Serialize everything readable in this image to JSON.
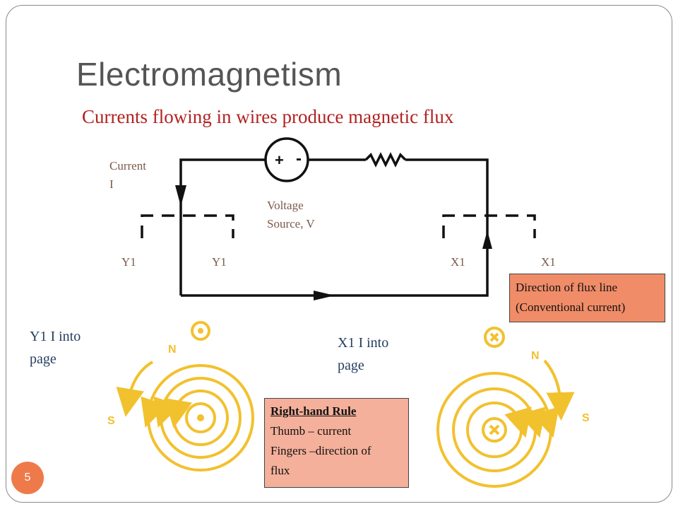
{
  "slide": {
    "title": "Electromagnetism",
    "subtitle": "Currents flowing in wires produce magnetic flux",
    "page_number": "5"
  },
  "circuit": {
    "current_label_line1": "Current",
    "current_label_line2": "I",
    "source_label_line1": "Voltage",
    "source_label_line2": "Source, V",
    "source_plus": "+",
    "source_minus": "-",
    "ports": [
      "Y1",
      "Y1",
      "X1",
      "X1"
    ]
  },
  "flux": {
    "left_caption_line1": "Y1 I into",
    "left_caption_line2": "page",
    "right_caption_line1": "X1 I into",
    "right_caption_line2": "page",
    "north": "N",
    "south": "S",
    "accent_color": "#f2c12e"
  },
  "notes": {
    "direction_line1": "Direction of flux line",
    "direction_line2": "(Conventional current)",
    "rule_heading": "Right-hand Rule",
    "rule_line1": "Thumb – current",
    "rule_line2": "Fingers –direction of",
    "rule_line3": "flux"
  }
}
